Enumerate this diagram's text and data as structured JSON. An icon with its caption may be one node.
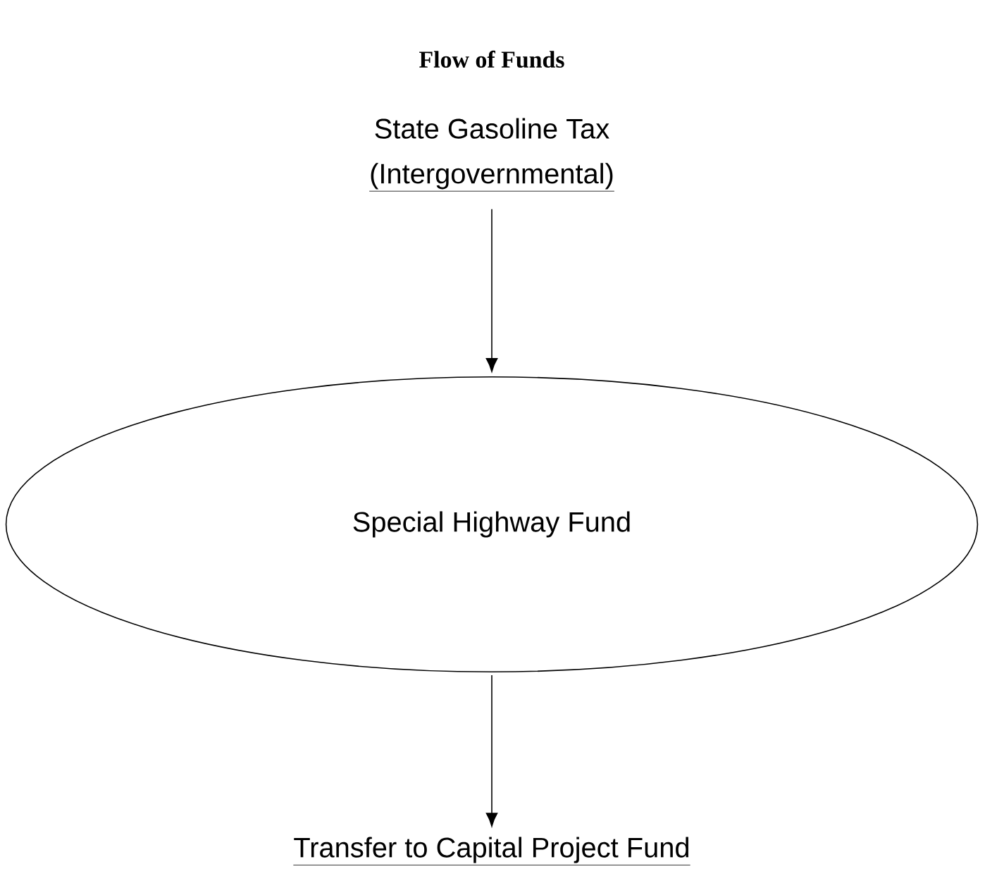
{
  "diagram": {
    "title": "Flow of Funds",
    "nodes": [
      {
        "text": [
          "State Gasoline Tax",
          "(Intergovernmental)"
        ]
      },
      {
        "text": [
          "Special Highway Fund"
        ]
      },
      {
        "text": [
          "Transfer to Capital Project Fund"
        ]
      }
    ],
    "edges": [
      {
        "from": 0,
        "to": 1,
        "arrow": "to"
      },
      {
        "from": 1,
        "to": 2,
        "arrow": "to"
      }
    ]
  }
}
